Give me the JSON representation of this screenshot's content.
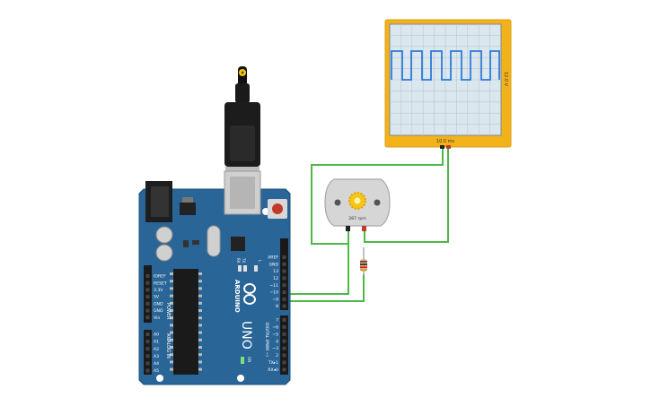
{
  "oscilloscope": {
    "time_label": "10.0 ms",
    "voltage_label": "12.0 V",
    "frame_color": "#f2b21a",
    "trace_color": "#2c7bd6"
  },
  "motor": {
    "speed_label": "287 rpm"
  },
  "arduino": {
    "board_color": "#2a6597",
    "brand": "ARDUINO",
    "model": "UNO",
    "on_label": "ON",
    "tx_label": "TX",
    "rx_label": "RX",
    "l_label": "L",
    "power_header_label": "POWER",
    "analog_header_label": "ANALOG IN",
    "digital_header_label": "DIGITAL (PWM ~)",
    "power_pins": [
      "IOREF",
      "RESET",
      "3.3V",
      "5V",
      "GND",
      "GND",
      "Vin"
    ],
    "analog_pins": [
      "A0",
      "A1",
      "A2",
      "A3",
      "A4",
      "A5"
    ],
    "digital_pins_top": [
      "AREF",
      "GND",
      "13",
      "12",
      "~11",
      "~10",
      "~9",
      "8"
    ],
    "digital_pins_bottom": [
      "7",
      "~6",
      "~5",
      "4",
      "~3",
      "2",
      "TX▸1",
      "RX◂0"
    ]
  },
  "wires": {
    "color": "#4db848"
  },
  "usb": {
    "bolt_icon": "lightning-bolt-icon"
  }
}
